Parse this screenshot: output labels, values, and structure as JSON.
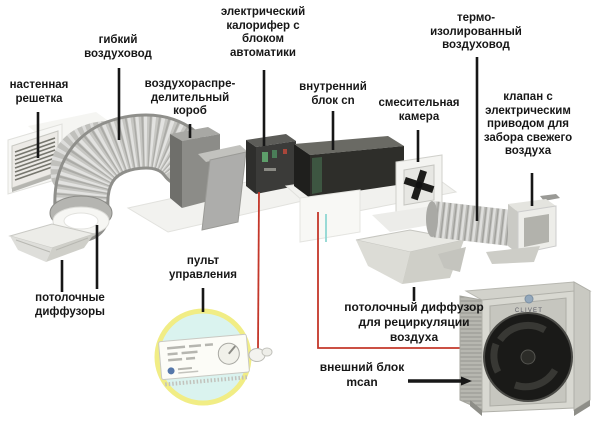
{
  "diagram": {
    "type": "ventilation-system-diagram",
    "language": "ru"
  },
  "labels": {
    "wall_grille": {
      "lines": [
        "настенная",
        "решетка"
      ]
    },
    "flexible_duct": {
      "lines": [
        "гибкий",
        "воздуховод"
      ]
    },
    "distribution_box": {
      "lines": [
        "воздухораспре-",
        "делительный",
        "короб"
      ]
    },
    "electric_heater": {
      "lines": [
        "электрический",
        "калорифер с",
        "блоком",
        "автоматики"
      ]
    },
    "indoor_unit": {
      "lines": [
        "внутренний",
        "блок cn"
      ]
    },
    "mixing_chamber": {
      "lines": [
        "смесительная",
        "камера"
      ]
    },
    "insulated_duct": {
      "lines": [
        "термо-",
        "изолированный",
        "воздуховод"
      ]
    },
    "fresh_air_valve": {
      "lines": [
        "клапан с",
        "электрическим",
        "приводом для",
        "забора свежего",
        "воздуха"
      ]
    },
    "ceiling_diffusers": {
      "lines": [
        "потолочные",
        "диффузоры"
      ]
    },
    "control_panel": {
      "lines": [
        "пульт",
        "управления"
      ]
    },
    "recirculation_diffuser": {
      "lines": [
        "потолочный диффузор",
        "для рециркуляции",
        "воздуха"
      ]
    },
    "outdoor_unit": {
      "lines": [
        "внешний блок",
        "mcan"
      ]
    }
  },
  "brand": "CLIVET",
  "colors": {
    "background": "#ffffff",
    "label_text": "#171717",
    "pointer_line": "#171717",
    "wire_red": "#c4372a",
    "wire_blue": "#8ed6d2",
    "panel_circle_fill": "#daf3ef",
    "panel_circle_ring": "#f1ed85"
  }
}
